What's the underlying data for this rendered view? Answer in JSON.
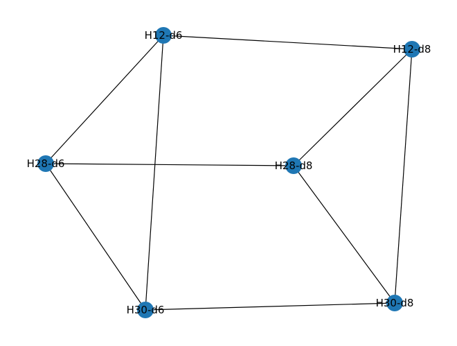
{
  "graph": {
    "node_color": "#1f77b4",
    "edge_color": "#000000",
    "label_color": "#000000",
    "nodes": [
      {
        "id": "H12-d6",
        "label": "H12-d6"
      },
      {
        "id": "H12-d8",
        "label": "H12-d8"
      },
      {
        "id": "H28-d6",
        "label": "H28-d6"
      },
      {
        "id": "H28-d8",
        "label": "H28-d8"
      },
      {
        "id": "H30-d6",
        "label": "H30-d6"
      },
      {
        "id": "H30-d8",
        "label": "H30-d8"
      }
    ],
    "edges": [
      {
        "source": "H12-d6",
        "target": "H12-d8"
      },
      {
        "source": "H12-d6",
        "target": "H28-d6"
      },
      {
        "source": "H12-d6",
        "target": "H30-d6"
      },
      {
        "source": "H12-d8",
        "target": "H28-d8"
      },
      {
        "source": "H12-d8",
        "target": "H30-d8"
      },
      {
        "source": "H28-d6",
        "target": "H28-d8"
      },
      {
        "source": "H28-d6",
        "target": "H30-d6"
      },
      {
        "source": "H28-d8",
        "target": "H30-d8"
      },
      {
        "source": "H30-d6",
        "target": "H30-d8"
      }
    ]
  }
}
